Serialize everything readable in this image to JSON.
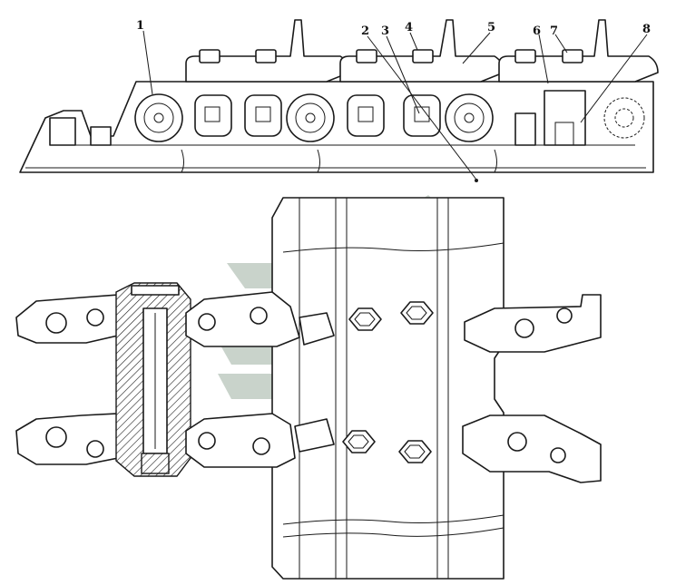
{
  "callouts": [
    {
      "id": "1",
      "label": "1"
    },
    {
      "id": "2",
      "label": "2"
    },
    {
      "id": "3",
      "label": "3"
    },
    {
      "id": "4",
      "label": "4"
    },
    {
      "id": "5",
      "label": "5"
    },
    {
      "id": "6",
      "label": "6"
    },
    {
      "id": "7",
      "label": "7"
    },
    {
      "id": "8",
      "label": "8"
    }
  ],
  "colors": {
    "line": "#1a1a1a",
    "watermark": "#c9d3cb",
    "background": "#ffffff"
  }
}
